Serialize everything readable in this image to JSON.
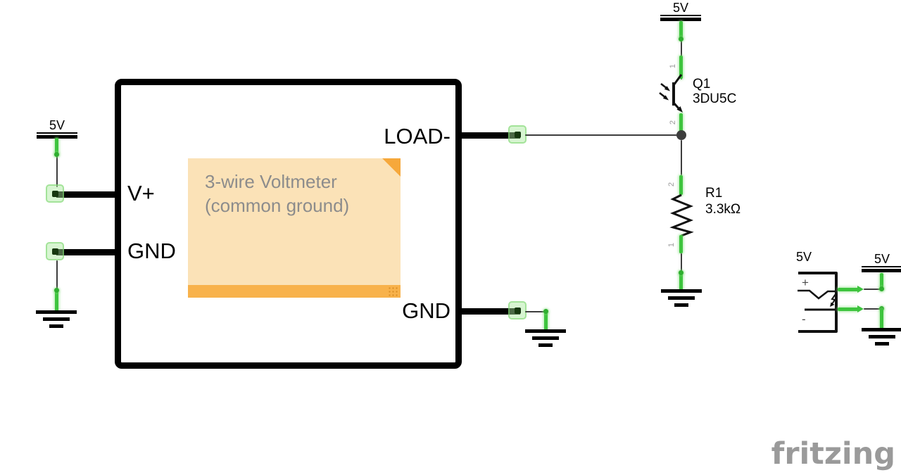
{
  "brand": {
    "logo": "fritzing"
  },
  "colors": {
    "wire_dark": "#3d3d3d",
    "wire_green": "#3ec43e",
    "terminal_fill": "#a7e999",
    "note_bg": "#fbe2b7",
    "note_bar": "#f8b24b",
    "note_fold": "#f6a83b",
    "note_text": "#8c8c8c"
  },
  "module": {
    "pin_vplus": "V+",
    "pin_gnd_left": "GND",
    "pin_load": "LOAD-",
    "pin_gnd_right": "GND"
  },
  "note": {
    "line1": "3-wire Voltmeter",
    "line2": "(common ground)"
  },
  "supplies": {
    "left": "5V",
    "q1": "5V",
    "jack": "5V",
    "far_right": "5V"
  },
  "transistor": {
    "designator": "Q1",
    "part": "3DU5C",
    "pin_collector": "1",
    "pin_emitter": "2"
  },
  "resistor": {
    "designator": "R1",
    "value": "3.3kΩ",
    "pin_top": "2",
    "pin_bottom": "1"
  },
  "jack": {
    "plus": "+",
    "minus": "-"
  }
}
